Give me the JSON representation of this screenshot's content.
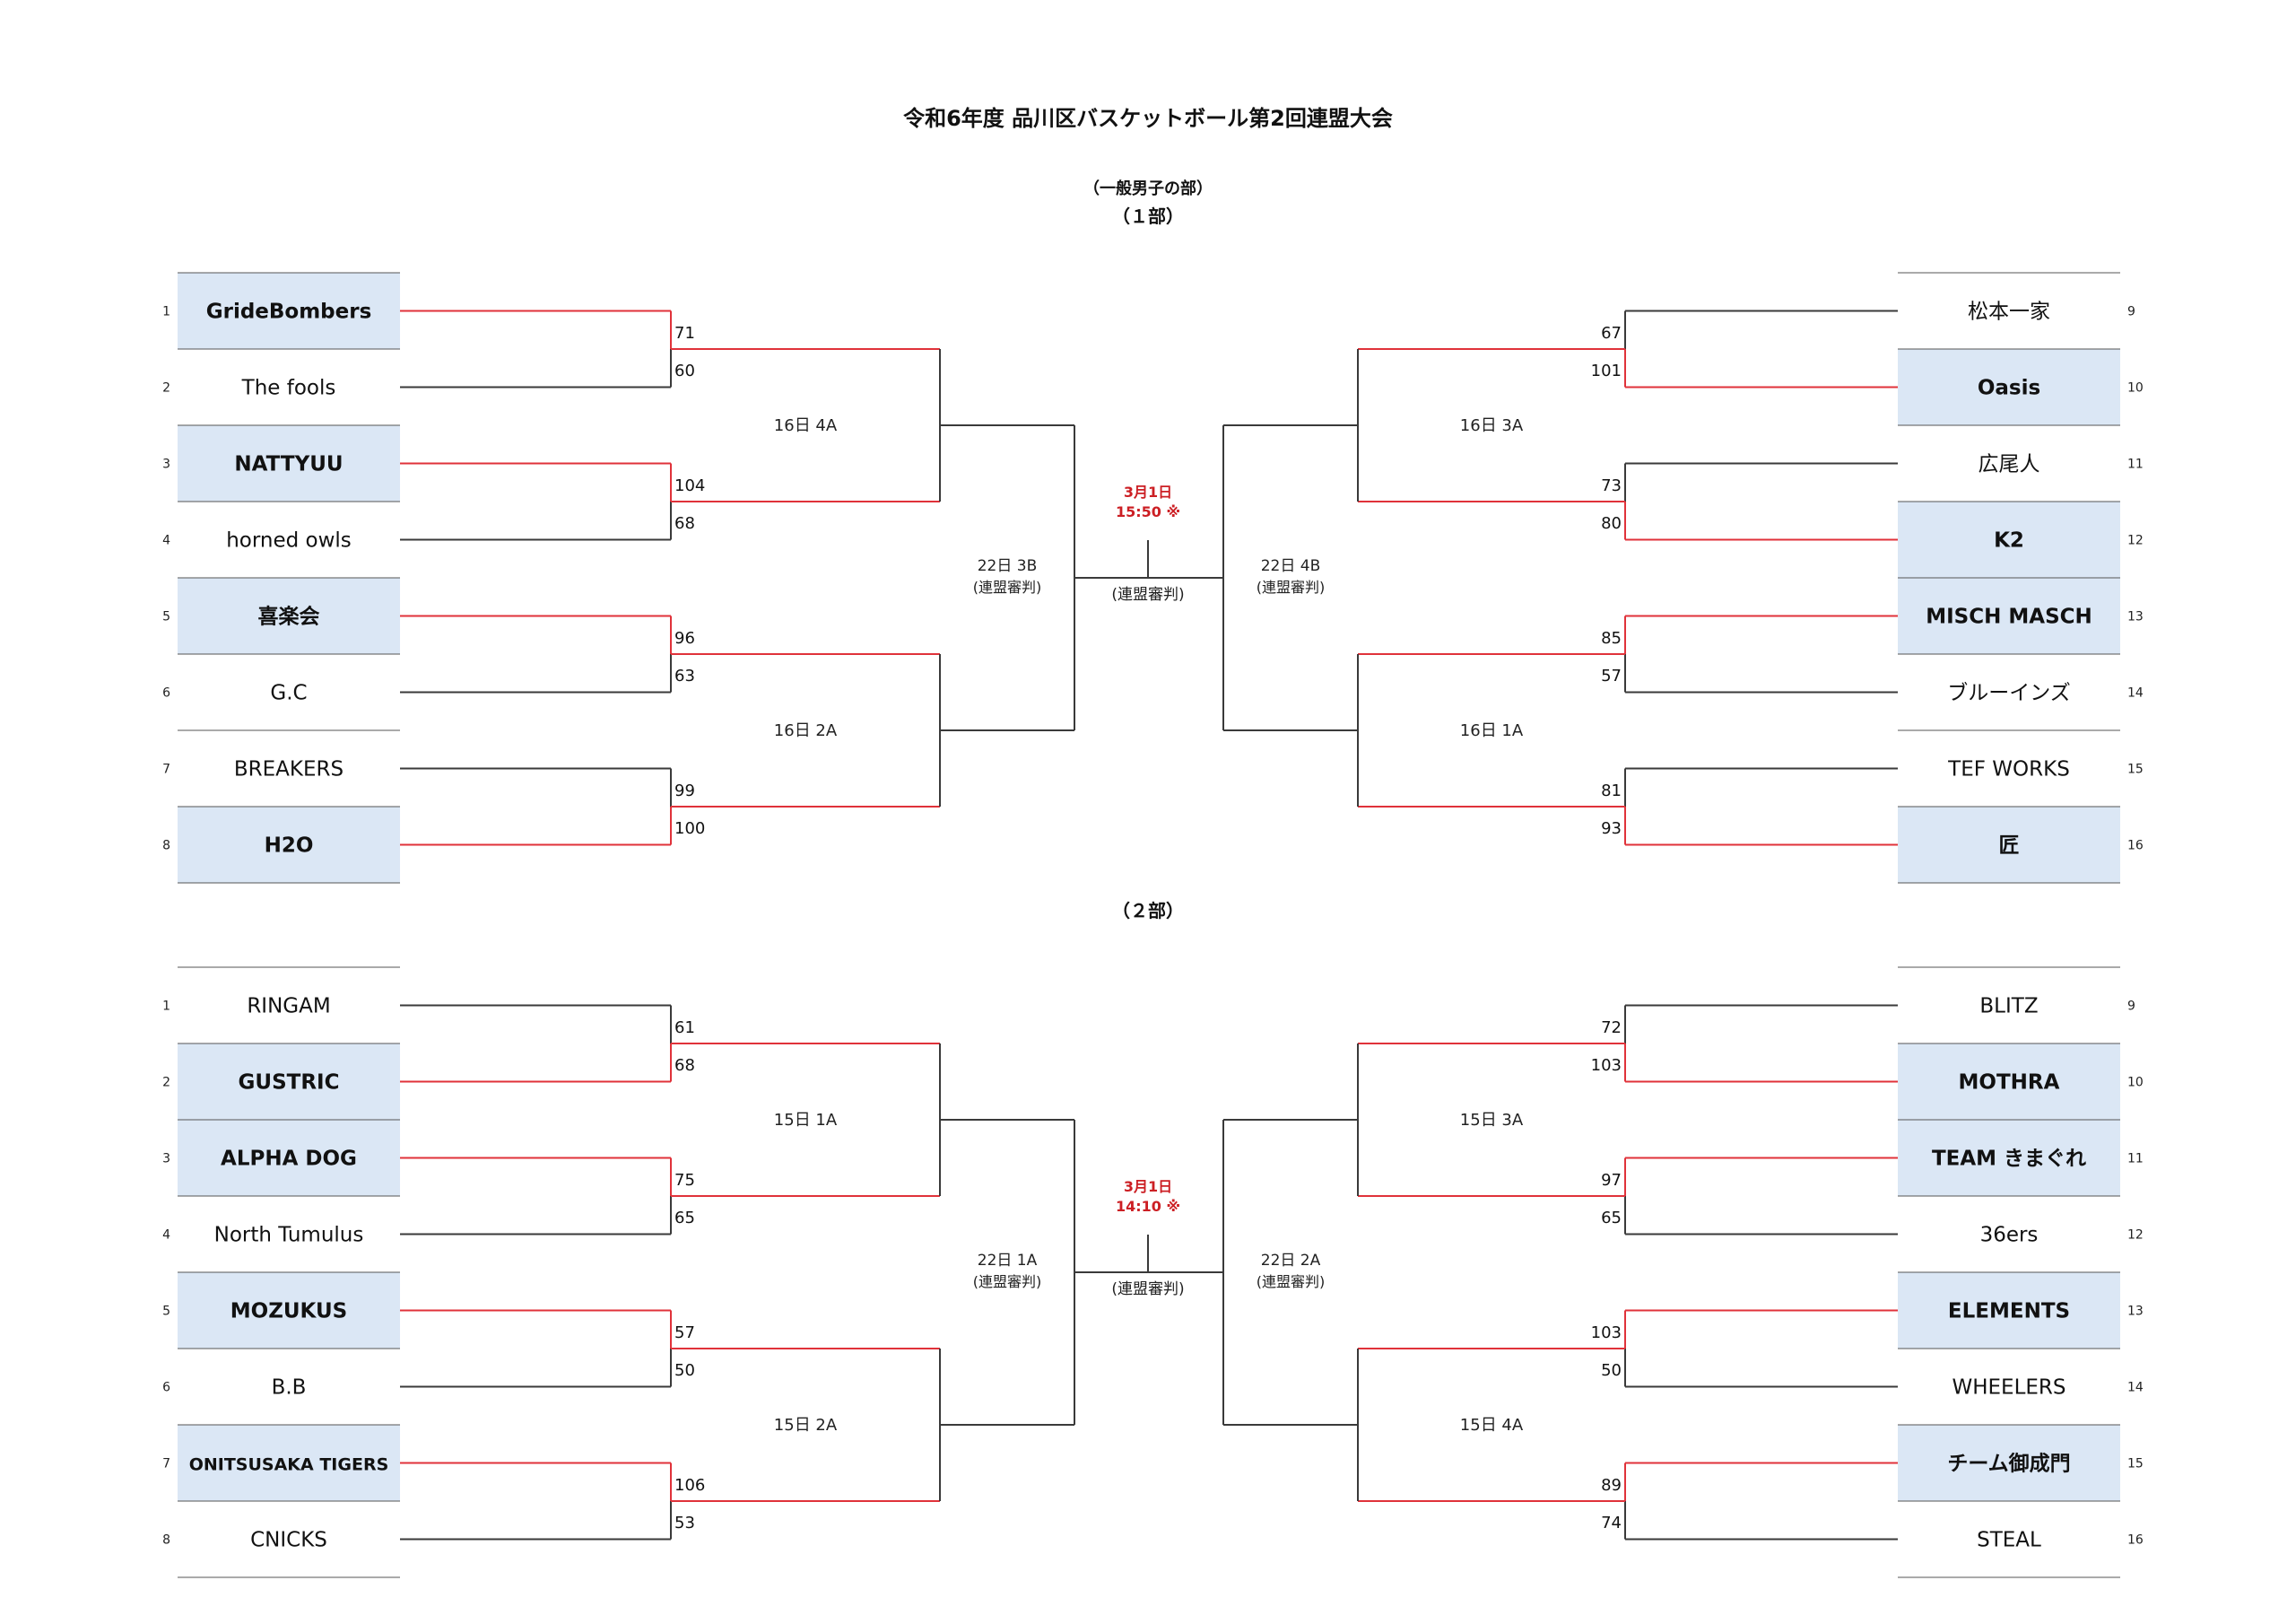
{
  "title": "令和6年度 品川区バスケットボール第2回連盟大会",
  "category": "（一般男子の部）",
  "colors": {
    "win": "#e0323a",
    "line": "#3a3a3a",
    "highlight": "#dbe7f5",
    "accent": "#cc1f24"
  },
  "divisions": [
    {
      "label": "（１部）",
      "final": {
        "date": "3月1日",
        "time": "15:50 ※",
        "referee": "(連盟審判)"
      },
      "left": {
        "teams": [
          {
            "seed": "1",
            "name": "GrideBombers",
            "winner": true
          },
          {
            "seed": "2",
            "name": "The fools",
            "winner": false
          },
          {
            "seed": "3",
            "name": "NATTYUU",
            "winner": true
          },
          {
            "seed": "4",
            "name": "horned owls",
            "winner": false
          },
          {
            "seed": "5",
            "name": "喜楽会",
            "winner": true
          },
          {
            "seed": "6",
            "name": "G.C",
            "winner": false
          },
          {
            "seed": "7",
            "name": "BREAKERS",
            "winner": false
          },
          {
            "seed": "8",
            "name": "H2O",
            "winner": true
          }
        ],
        "r1_scores": [
          [
            "71",
            "60"
          ],
          [
            "104",
            "68"
          ],
          [
            "96",
            "63"
          ],
          [
            "99",
            "100"
          ]
        ],
        "r1_winner": [
          0,
          0,
          0,
          1
        ],
        "r2_labels": [
          "16日 4A",
          "16日 2A"
        ],
        "semi_label": "22日 3B",
        "semi_referee": "(連盟審判)"
      },
      "right": {
        "teams": [
          {
            "seed": "9",
            "name": "松本一家",
            "winner": false
          },
          {
            "seed": "10",
            "name": "Oasis",
            "winner": true
          },
          {
            "seed": "11",
            "name": "広尾人",
            "winner": false
          },
          {
            "seed": "12",
            "name": "K2",
            "winner": true
          },
          {
            "seed": "13",
            "name": "MISCH MASCH",
            "winner": true
          },
          {
            "seed": "14",
            "name": "ブルーインズ",
            "winner": false
          },
          {
            "seed": "15",
            "name": "TEF WORKS",
            "winner": false
          },
          {
            "seed": "16",
            "name": "匠",
            "winner": true
          }
        ],
        "r1_scores": [
          [
            "67",
            "101"
          ],
          [
            "73",
            "80"
          ],
          [
            "85",
            "57"
          ],
          [
            "81",
            "93"
          ]
        ],
        "r1_winner": [
          1,
          1,
          0,
          1
        ],
        "r2_labels": [
          "16日 3A",
          "16日 1A"
        ],
        "semi_label": "22日 4B",
        "semi_referee": "(連盟審判)"
      }
    },
    {
      "label": "（２部）",
      "final": {
        "date": "3月1日",
        "time": "14:10 ※",
        "referee": "(連盟審判)"
      },
      "left": {
        "teams": [
          {
            "seed": "1",
            "name": "RINGAM",
            "winner": false
          },
          {
            "seed": "2",
            "name": "GUSTRIC",
            "winner": true
          },
          {
            "seed": "3",
            "name": "ALPHA DOG",
            "winner": true
          },
          {
            "seed": "4",
            "name": "North Tumulus",
            "winner": false
          },
          {
            "seed": "5",
            "name": "MOZUKUS",
            "winner": true
          },
          {
            "seed": "6",
            "name": "B.B",
            "winner": false
          },
          {
            "seed": "7",
            "name": "ONITSUSAKA TIGERS",
            "winner": true
          },
          {
            "seed": "8",
            "name": "CNICKS",
            "winner": false
          }
        ],
        "r1_scores": [
          [
            "61",
            "68"
          ],
          [
            "75",
            "65"
          ],
          [
            "57",
            "50"
          ],
          [
            "106",
            "53"
          ]
        ],
        "r1_winner": [
          1,
          0,
          0,
          0
        ],
        "r2_labels": [
          "15日 1A",
          "15日 2A"
        ],
        "semi_label": "22日 1A",
        "semi_referee": "(連盟審判)"
      },
      "right": {
        "teams": [
          {
            "seed": "9",
            "name": "BLITZ",
            "winner": false
          },
          {
            "seed": "10",
            "name": "MOTHRA",
            "winner": true
          },
          {
            "seed": "11",
            "name": "TEAM きまぐれ",
            "winner": true
          },
          {
            "seed": "12",
            "name": "36ers",
            "winner": false
          },
          {
            "seed": "13",
            "name": "ELEMENTS",
            "winner": true
          },
          {
            "seed": "14",
            "name": "WHEELERS",
            "winner": false
          },
          {
            "seed": "15",
            "name": "チーム御成門",
            "winner": true
          },
          {
            "seed": "16",
            "name": "STEAL",
            "winner": false
          }
        ],
        "r1_scores": [
          [
            "72",
            "103"
          ],
          [
            "97",
            "65"
          ],
          [
            "103",
            "50"
          ],
          [
            "89",
            "74"
          ]
        ],
        "r1_winner": [
          1,
          0,
          0,
          0
        ],
        "r2_labels": [
          "15日 3A",
          "15日 4A"
        ],
        "semi_label": "22日 2A",
        "semi_referee": "(連盟審判)"
      }
    }
  ]
}
